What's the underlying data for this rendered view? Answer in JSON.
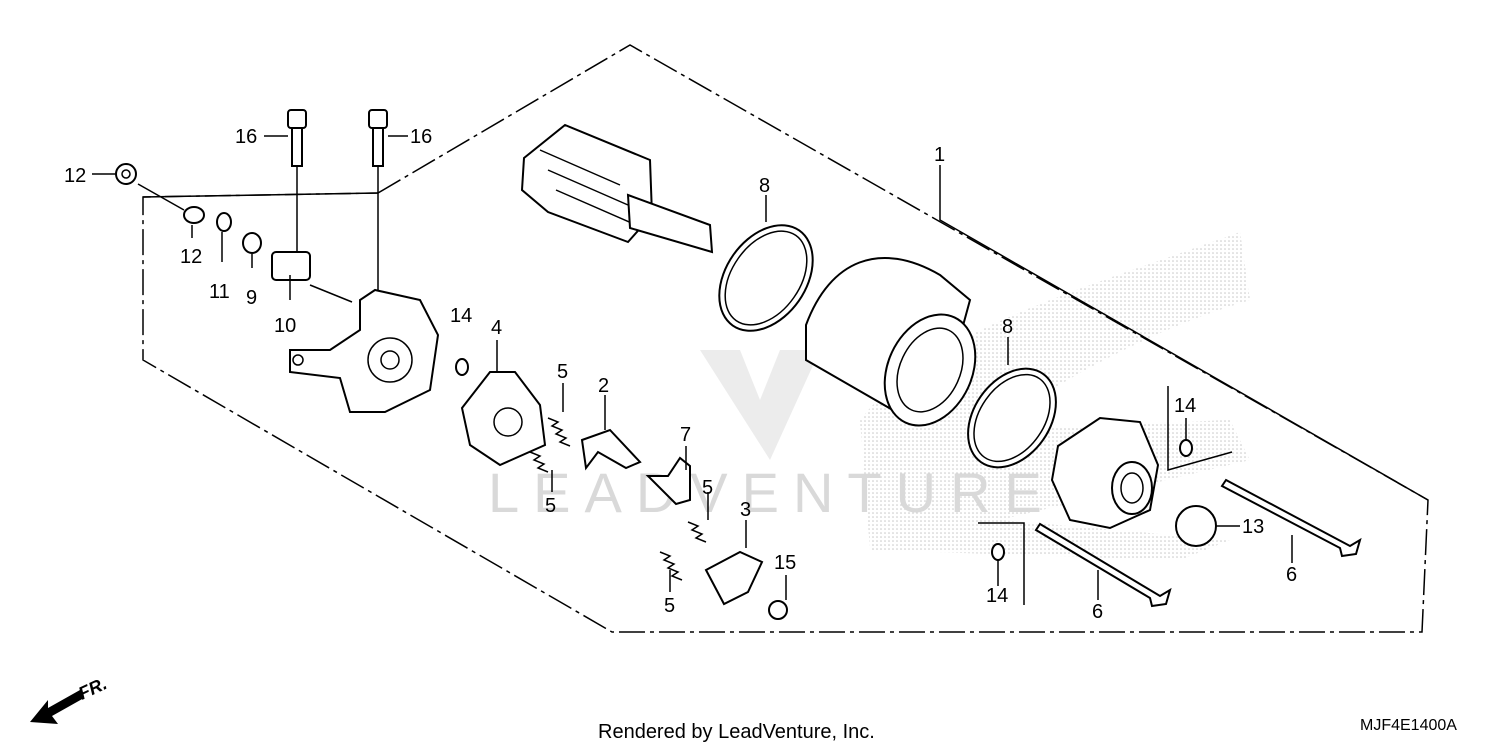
{
  "diagram": {
    "callouts": [
      {
        "id": "c1",
        "label": "1"
      },
      {
        "id": "c2",
        "label": "2"
      },
      {
        "id": "c3",
        "label": "3"
      },
      {
        "id": "c4",
        "label": "4"
      },
      {
        "id": "c5a",
        "label": "5"
      },
      {
        "id": "c5b",
        "label": "5"
      },
      {
        "id": "c5c",
        "label": "5"
      },
      {
        "id": "c5d",
        "label": "5"
      },
      {
        "id": "c6a",
        "label": "6"
      },
      {
        "id": "c6b",
        "label": "6"
      },
      {
        "id": "c7",
        "label": "7"
      },
      {
        "id": "c8a",
        "label": "8"
      },
      {
        "id": "c8b",
        "label": "8"
      },
      {
        "id": "c9",
        "label": "9"
      },
      {
        "id": "c10",
        "label": "10"
      },
      {
        "id": "c11",
        "label": "11"
      },
      {
        "id": "c12a",
        "label": "12"
      },
      {
        "id": "c12b",
        "label": "12"
      },
      {
        "id": "c13",
        "label": "13"
      },
      {
        "id": "c14a",
        "label": "14"
      },
      {
        "id": "c14b",
        "label": "14"
      },
      {
        "id": "c14c",
        "label": "14"
      },
      {
        "id": "c15",
        "label": "15"
      },
      {
        "id": "c16a",
        "label": "16"
      },
      {
        "id": "c16b",
        "label": "16"
      }
    ],
    "front_indicator": "FR.",
    "watermark": "LEADVENTURE",
    "footer_text": "Rendered by LeadVenture, Inc.",
    "diagram_code": "MJF4E1400A"
  }
}
